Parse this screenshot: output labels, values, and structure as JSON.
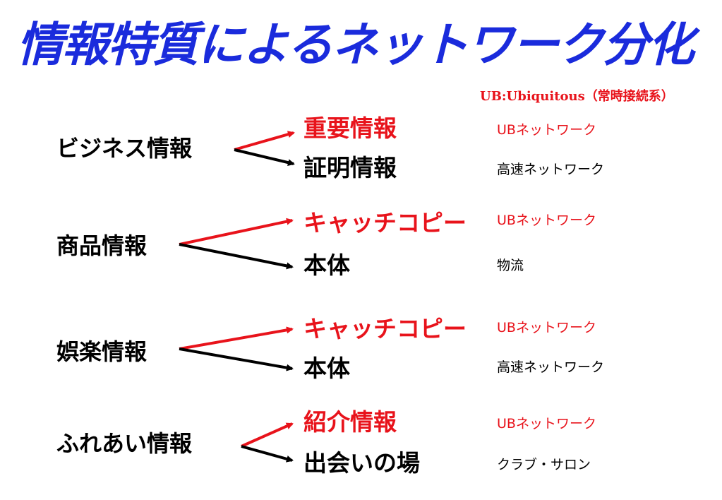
{
  "title": "情報特質によるネットワーク分化",
  "legend": "UB:Ubiquitous（常時接続系）",
  "colors": {
    "title": "#1a2bdc",
    "accent": "#e8131b",
    "text": "#000000"
  },
  "groups": [
    {
      "source": "ビジネス情報",
      "branches": [
        {
          "label": "重要情報",
          "network": "UBネットワーク",
          "accent": true
        },
        {
          "label": "証明情報",
          "network": "高速ネットワーク",
          "accent": false
        }
      ]
    },
    {
      "source": "商品情報",
      "branches": [
        {
          "label": "キャッチコピー",
          "network": "UBネットワーク",
          "accent": true
        },
        {
          "label": "本体",
          "network": "物流",
          "accent": false
        }
      ]
    },
    {
      "source": "娯楽情報",
      "branches": [
        {
          "label": "キャッチコピー",
          "network": "UBネットワーク",
          "accent": true
        },
        {
          "label": "本体",
          "network": "高速ネットワーク",
          "accent": false
        }
      ]
    },
    {
      "source": "ふれあい情報",
      "branches": [
        {
          "label": "紹介情報",
          "network": "UBネットワーク",
          "accent": true
        },
        {
          "label": "出会いの場",
          "network": "クラブ・サロン",
          "accent": false
        }
      ]
    }
  ]
}
